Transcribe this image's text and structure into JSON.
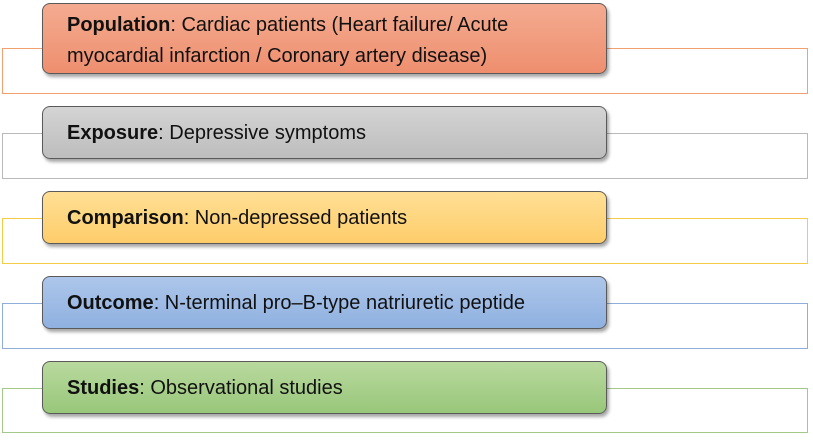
{
  "items": [
    {
      "key": "Population",
      "text": ": Cardiac patients  (Heart failure/ Acute myocardial infarction / Coronary artery disease)",
      "color": "#ee8f6f"
    },
    {
      "key": "Exposure",
      "text": ": Depressive symptoms",
      "color": "#bdbdbd"
    },
    {
      "key": "Comparison",
      "text": ": Non-depressed patients",
      "color": "#fecd6a"
    },
    {
      "key": "Outcome",
      "text": ": N-terminal pro–B-type natriuretic peptide",
      "color": "#8fb1e0"
    },
    {
      "key": "Studies",
      "text": ": Observational studies",
      "color": "#98c77a"
    }
  ]
}
